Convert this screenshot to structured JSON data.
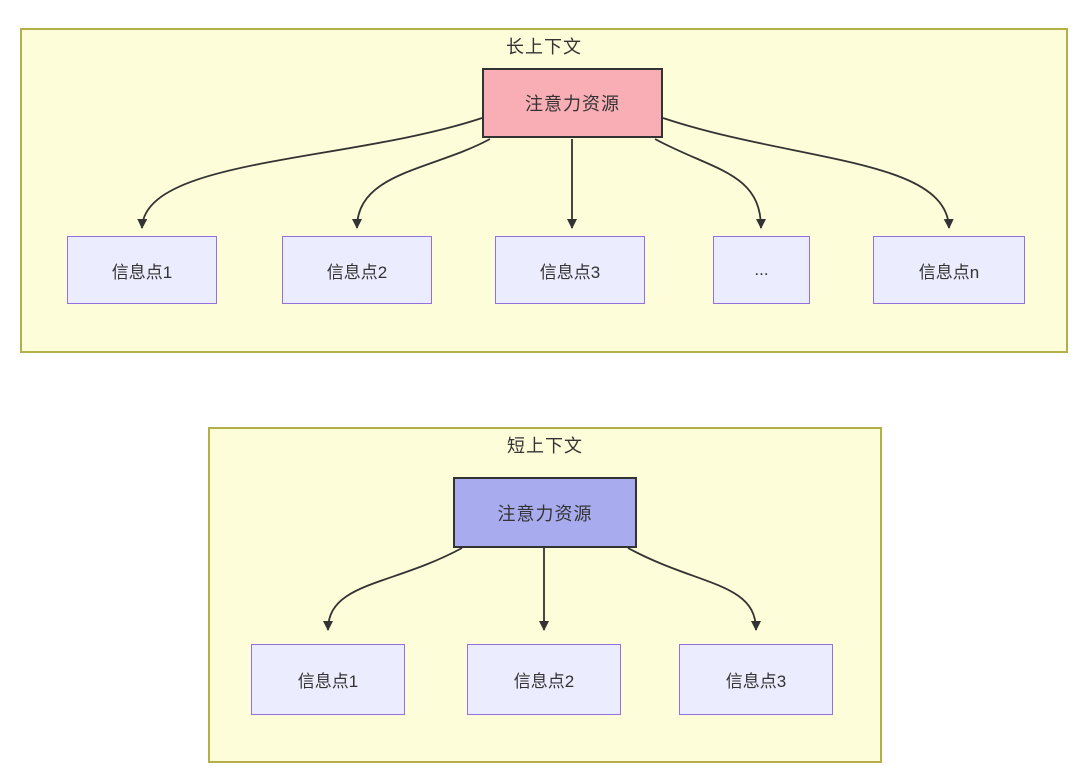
{
  "long_context": {
    "title": "长上下文",
    "attention_label": "注意力资源",
    "nodes": [
      "信息点1",
      "信息点2",
      "信息点3",
      "...",
      "信息点n"
    ]
  },
  "short_context": {
    "title": "短上下文",
    "attention_label": "注意力资源",
    "nodes": [
      "信息点1",
      "信息点2",
      "信息点3"
    ]
  },
  "colors": {
    "cluster_fill": "#fdfdda",
    "cluster_border": "#b3b04a",
    "node_fill": "#ececff",
    "node_border": "#9370db",
    "attention_long_fill": "#f9aeb6",
    "attention_short_fill": "#a9abef",
    "attention_border": "#333333",
    "arrow": "#333333",
    "text": "#333333"
  }
}
